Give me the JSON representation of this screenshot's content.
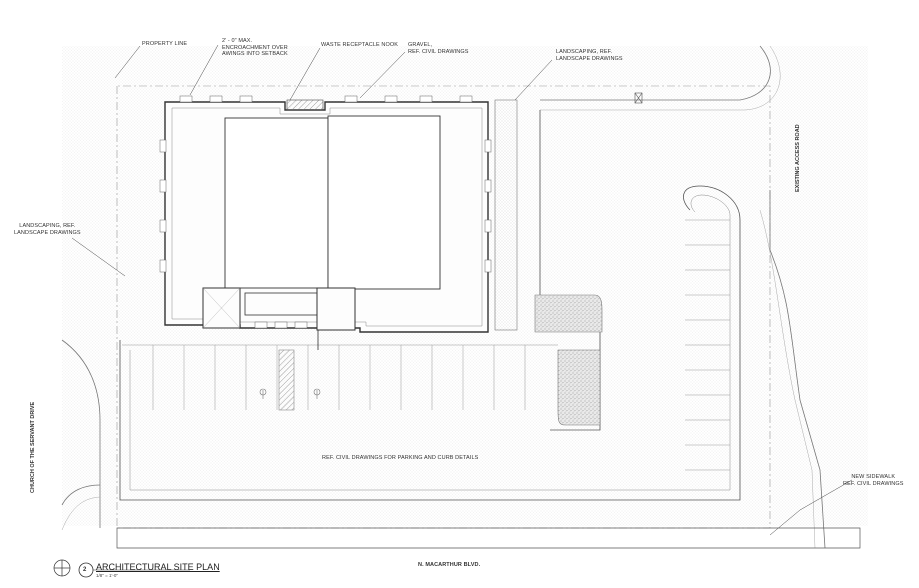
{
  "labels": {
    "property_line": "PROPERTY LINE",
    "encroachment_1": "2' - 0\" MAX.",
    "encroachment_2": "ENCROACHMENT OVER",
    "encroachment_3": "AWINGS INTO SETBACK",
    "waste_nook": "WASTE RECEPTACLE NOOK",
    "gravel_1": "GRAVEL,",
    "gravel_2": "REF. CIVIL DRAWINGS",
    "landscaping_ne_1": "LANDSCAPING, REF.",
    "landscaping_ne_2": "LANDSCAPE DRAWINGS",
    "landscaping_w_1": "LANDSCAPING, REF.",
    "landscaping_w_2": "LANDSCAPE DRAWINGS",
    "parking_note": "REF. CIVIL DRAWINGS FOR PARKING AND CURB DETAILS",
    "sidewalk_1": "NEW SIDEWALK",
    "sidewalk_2": "REF. CIVIL DRAWINGS",
    "access_road": "EXISTING ACCESS ROAD",
    "church_drive": "CHURCH OF THE SERVANT DRIVE",
    "macarthur": "N. MACARTHUR BLVD."
  },
  "title_block": {
    "number": "2",
    "title": "ARCHITECTURAL SITE PLAN",
    "scale": "1/8\" = 1'-0\""
  }
}
